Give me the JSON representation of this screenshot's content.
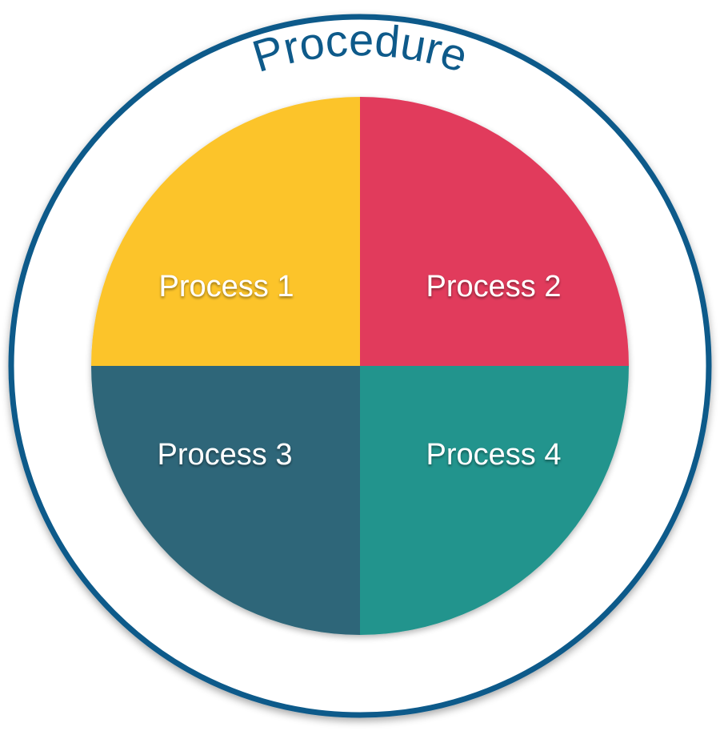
{
  "title": "Procedure",
  "colors": {
    "ring": "#0e5a8a",
    "title": "#0e5a8a",
    "background": "#ffffff"
  },
  "quadrants": [
    {
      "label": "Process 1",
      "color": "#fcc42c"
    },
    {
      "label": "Process 2",
      "color": "#e13a5b"
    },
    {
      "label": "Process 3",
      "color": "#2e6679"
    },
    {
      "label": "Process 4",
      "color": "#23948d"
    }
  ]
}
